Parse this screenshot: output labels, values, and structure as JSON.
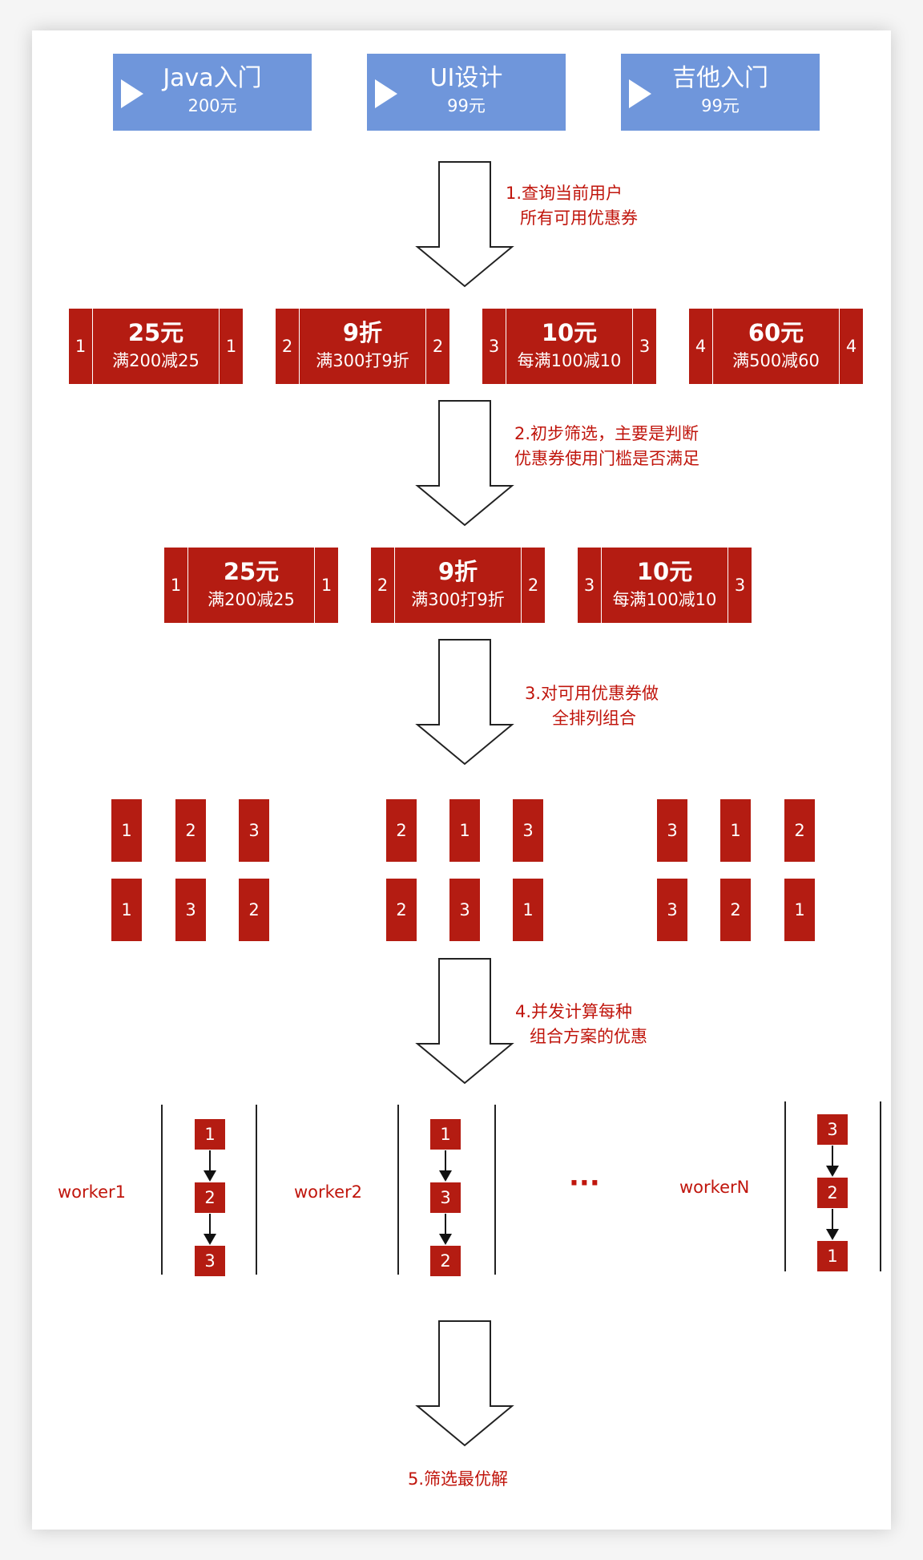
{
  "colors": {
    "course_blue": "#6f96db",
    "coupon_red": "#b41c12",
    "note_red": "#c0150c",
    "line": "#222222"
  },
  "courses": [
    {
      "name": "Java入门",
      "price": "200元",
      "icon": "play-triangle-icon"
    },
    {
      "name": "UI设计",
      "price": "99元",
      "icon": "play-triangle-icon"
    },
    {
      "name": "吉他入门",
      "price": "99元",
      "icon": "play-triangle-icon"
    }
  ],
  "steps": [
    {
      "line1": "1.查询当前用户",
      "line2": "所有可用优惠券"
    },
    {
      "line1": "2.初步筛选，主要是判断",
      "line2": "优惠券使用门槛是否满足"
    },
    {
      "line1": "3.对可用优惠券做",
      "line2": "全排列组合"
    },
    {
      "line1": "4.并发计算每种",
      "line2": "组合方案的优惠"
    },
    {
      "line1": "5.筛选最优解",
      "line2": ""
    }
  ],
  "all_coupons": [
    {
      "id": "1",
      "amount": "25元",
      "rule": "满200减25"
    },
    {
      "id": "2",
      "amount": "9折",
      "rule": "满300打9折"
    },
    {
      "id": "3",
      "amount": "10元",
      "rule": "每满100减10"
    },
    {
      "id": "4",
      "amount": "60元",
      "rule": "满500减60"
    }
  ],
  "filtered_coupons": [
    {
      "id": "1",
      "amount": "25元",
      "rule": "满200减25"
    },
    {
      "id": "2",
      "amount": "9折",
      "rule": "满300打9折"
    },
    {
      "id": "3",
      "amount": "10元",
      "rule": "每满100减10"
    }
  ],
  "permutations": [
    [
      "1",
      "2",
      "3"
    ],
    [
      "2",
      "1",
      "3"
    ],
    [
      "3",
      "1",
      "2"
    ],
    [
      "1",
      "3",
      "2"
    ],
    [
      "2",
      "3",
      "1"
    ],
    [
      "3",
      "2",
      "1"
    ]
  ],
  "workers": [
    {
      "label": "worker1",
      "order": [
        "1",
        "2",
        "3"
      ]
    },
    {
      "label": "worker2",
      "order": [
        "1",
        "3",
        "2"
      ]
    },
    {
      "label": "workerN",
      "order": [
        "3",
        "2",
        "1"
      ]
    }
  ],
  "ellipsis": "···"
}
